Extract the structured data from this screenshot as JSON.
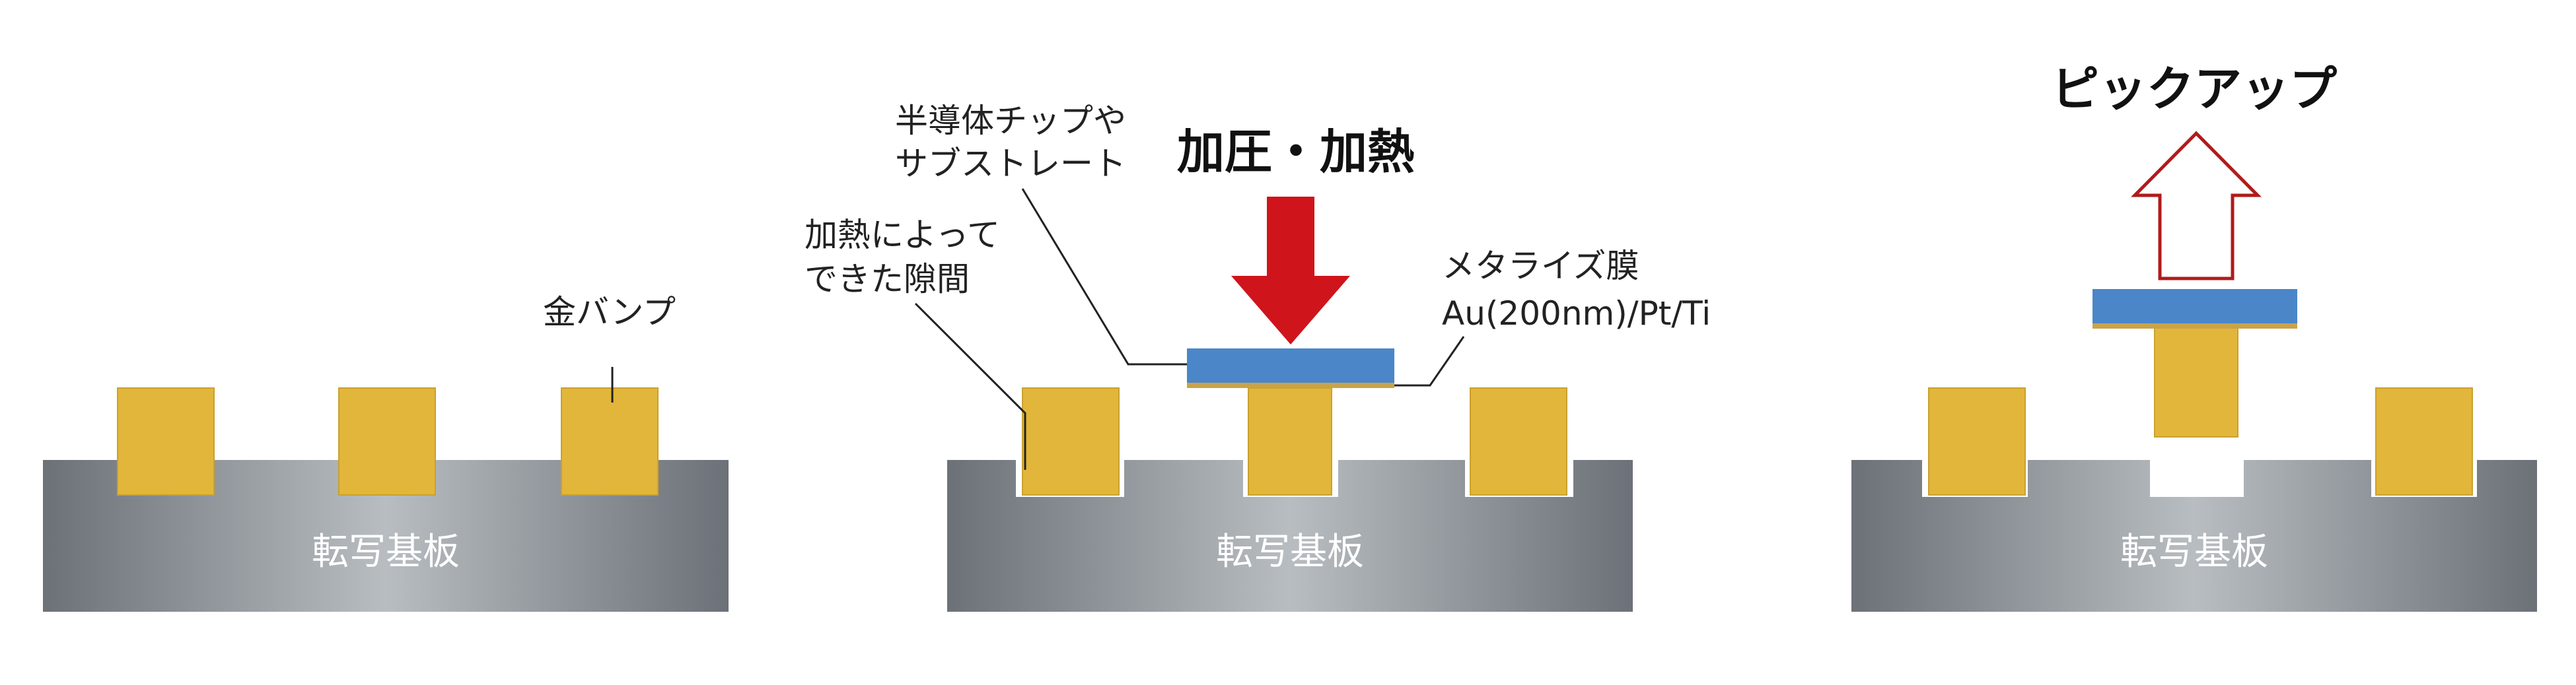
{
  "colors": {
    "substrate_edge": "#6c7178",
    "substrate_mid": "#b8bdc1",
    "bump": "#e2b63b",
    "bump_edge": "#caa12d",
    "chip": "#4a86c8",
    "chip_film": "#c9a349",
    "arrow_red": "#d0141b",
    "arrow_outline": "#b01b1b",
    "leader": "#222222",
    "substrate_text": "#ffffff"
  },
  "panels": [
    {
      "id": "panel-1",
      "substrate_label": "転写基板",
      "callouts": [
        {
          "id": "gold-bump",
          "text": "金バンプ"
        }
      ]
    },
    {
      "id": "panel-2",
      "substrate_label": "転写基板",
      "title": "加圧・加熱",
      "arrow_icon": "down-arrow-icon",
      "callouts": [
        {
          "id": "chip",
          "lines": [
            "半導体チップや",
            "サブストレート"
          ]
        },
        {
          "id": "gap",
          "lines": [
            "加熱によって",
            "できた隙間"
          ]
        },
        {
          "id": "film",
          "lines": [
            "メタライズ膜",
            "Au(200nm)/Pt/Ti"
          ]
        }
      ]
    },
    {
      "id": "panel-3",
      "substrate_label": "転写基板",
      "title": "ピックアップ",
      "arrow_icon": "up-arrow-outline-icon"
    }
  ]
}
